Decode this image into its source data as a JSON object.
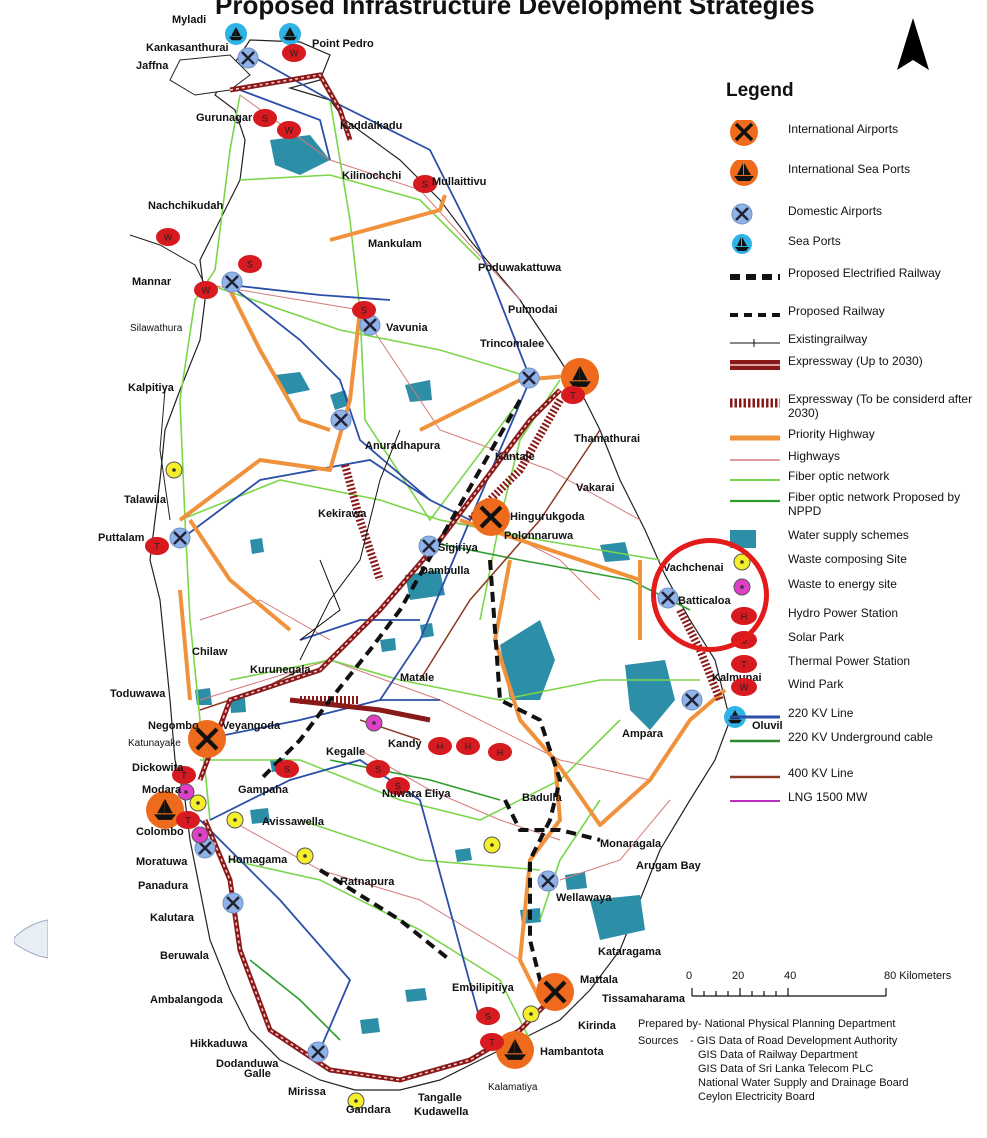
{
  "title": "Proposed Infrastructure Development Strategies",
  "places": [
    {
      "id": "myladi",
      "text": "Myladi"
    },
    {
      "id": "point-pedro",
      "text": "Point Pedro"
    },
    {
      "id": "kankasanthurai",
      "text": "Kankasanthurai"
    },
    {
      "id": "jaffna",
      "text": "Jaffna"
    },
    {
      "id": "gurunagar",
      "text": "Gurunagar"
    },
    {
      "id": "kaddaikadu",
      "text": "Kaddaikadu"
    },
    {
      "id": "kilinochchi",
      "text": "Kilinochchi"
    },
    {
      "id": "mullaittivu",
      "text": "Mullaittivu"
    },
    {
      "id": "nachchikudah",
      "text": "Nachchikudah"
    },
    {
      "id": "mankulam",
      "text": "Mankulam"
    },
    {
      "id": "poduwakattuwa",
      "text": "Poduwakattuwa"
    },
    {
      "id": "mannar",
      "text": "Mannar"
    },
    {
      "id": "pulmodai",
      "text": "Pulmodai"
    },
    {
      "id": "silawathura",
      "text": "Silawathura"
    },
    {
      "id": "vavunia",
      "text": "Vavunia"
    },
    {
      "id": "trincomalee",
      "text": "Trincomalee"
    },
    {
      "id": "kalpitiya",
      "text": "Kalpitiya"
    },
    {
      "id": "anuradhapura",
      "text": "Anuradhapura"
    },
    {
      "id": "thampalakamam",
      "text": "Thamathurai"
    },
    {
      "id": "kantale",
      "text": "Kantale"
    },
    {
      "id": "vakarai",
      "text": "Vakarai"
    },
    {
      "id": "talawila",
      "text": "Talawila"
    },
    {
      "id": "kekirawa",
      "text": "Kekirawa"
    },
    {
      "id": "hingurakgoda",
      "text": "Hingurukgoda"
    },
    {
      "id": "puttalam",
      "text": "Puttalam"
    },
    {
      "id": "polonnaruwa",
      "text": "Polonnaruwa"
    },
    {
      "id": "sigiriya",
      "text": "Sigiriya"
    },
    {
      "id": "dambulla",
      "text": "Dambulla"
    },
    {
      "id": "vachchenai",
      "text": "Vachchenai"
    },
    {
      "id": "batticaloa",
      "text": "Batticaloa"
    },
    {
      "id": "chilaw",
      "text": "Chilaw"
    },
    {
      "id": "kurunegala",
      "text": "Kurunegala"
    },
    {
      "id": "matale",
      "text": "Matale"
    },
    {
      "id": "kalmunai",
      "text": "Kalmunai"
    },
    {
      "id": "toduwawa",
      "text": "Toduwawa"
    },
    {
      "id": "negombo",
      "text": "Negombo"
    },
    {
      "id": "veyangoda",
      "text": "Veyangoda"
    },
    {
      "id": "katunayake",
      "text": "Katunayake"
    },
    {
      "id": "kegalle",
      "text": "Kegalle"
    },
    {
      "id": "kandy",
      "text": "Kandy"
    },
    {
      "id": "ampara",
      "text": "Ampara"
    },
    {
      "id": "oluvil",
      "text": "Oluvil"
    },
    {
      "id": "dickowita",
      "text": "Dickowita"
    },
    {
      "id": "gampaha",
      "text": "Gampaha"
    },
    {
      "id": "nuwara-eliya",
      "text": "Nuwara Eliya"
    },
    {
      "id": "badulla",
      "text": "Badulla"
    },
    {
      "id": "modara",
      "text": "Modara"
    },
    {
      "id": "colombo",
      "text": "Colombo"
    },
    {
      "id": "avissawella",
      "text": "Avissawella"
    },
    {
      "id": "monaragala",
      "text": "Monaragala"
    },
    {
      "id": "moratuwa",
      "text": "Moratuwa"
    },
    {
      "id": "homagama",
      "text": "Homagama"
    },
    {
      "id": "arugam-bay",
      "text": "Arugam Bay"
    },
    {
      "id": "panadura",
      "text": "Panadura"
    },
    {
      "id": "ratnapura",
      "text": "Ratnapura"
    },
    {
      "id": "wellawaya",
      "text": "Wellawaya"
    },
    {
      "id": "kalutara",
      "text": "Kalutara"
    },
    {
      "id": "beruwala",
      "text": "Beruwala"
    },
    {
      "id": "kataragama",
      "text": "Kataragama"
    },
    {
      "id": "embilipitiya",
      "text": "Embilipitiya"
    },
    {
      "id": "mattala",
      "text": "Mattala"
    },
    {
      "id": "ambalangoda",
      "text": "Ambalangoda"
    },
    {
      "id": "tissamaharama",
      "text": "Tissamaharama"
    },
    {
      "id": "kirinda",
      "text": "Kirinda"
    },
    {
      "id": "hikkaduwa",
      "text": "Hikkaduwa"
    },
    {
      "id": "hambantota",
      "text": "Hambantota"
    },
    {
      "id": "dodanduwa",
      "text": "Dodanduwa"
    },
    {
      "id": "galle",
      "text": "Galle"
    },
    {
      "id": "mirissa",
      "text": "Mirissa"
    },
    {
      "id": "kalamatiya",
      "text": "Kalamatiya"
    },
    {
      "id": "tangalle",
      "text": "Tangalle"
    },
    {
      "id": "gandara",
      "text": "Gandara"
    },
    {
      "id": "kudawella",
      "text": "Kudawella"
    }
  ],
  "legend": {
    "title": "Legend",
    "items": [
      {
        "key": "intl-airport",
        "label": "International Airports"
      },
      {
        "key": "intl-seaport",
        "label": "International Sea Ports"
      },
      {
        "key": "domestic-airport",
        "label": "Domestic Airports"
      },
      {
        "key": "sea-port",
        "label": "Sea Ports"
      },
      {
        "key": "electrified-railway",
        "label": "Proposed Electrified Railway"
      },
      {
        "key": "proposed-railway",
        "label": "Proposed Railway"
      },
      {
        "key": "existing-railway",
        "label": "Existingrailway"
      },
      {
        "key": "expressway-2030",
        "label": "Expressway (Up to 2030)"
      },
      {
        "key": "expressway-after",
        "label": "Expressway (To be considerd after 2030)"
      },
      {
        "key": "priority-highway",
        "label": "Priority Highway"
      },
      {
        "key": "highways",
        "label": "Highways"
      },
      {
        "key": "fiber",
        "label": "Fiber optic network"
      },
      {
        "key": "fiber-nppd",
        "label": "Fiber optic network Proposed by NPPD"
      },
      {
        "key": "water",
        "label": "Water supply schemes"
      },
      {
        "key": "waste-compost",
        "label": "Waste composing Site"
      },
      {
        "key": "waste-energy",
        "label": "Waste to energy site"
      },
      {
        "key": "hydro",
        "label": "Hydro Power Station",
        "letter": "H"
      },
      {
        "key": "solar",
        "label": "Solar Park",
        "letter": "S"
      },
      {
        "key": "thermal",
        "label": "Thermal Power Station",
        "letter": "T"
      },
      {
        "key": "wind",
        "label": "Wind Park",
        "letter": "W"
      },
      {
        "key": "kv220",
        "label": "220  KV Line"
      },
      {
        "key": "kv220u",
        "label": "220  KV Underground cable"
      },
      {
        "key": "kv400",
        "label": "400  KV Line"
      },
      {
        "key": "lng",
        "label": "LNG 1500 MW"
      }
    ]
  },
  "scale": {
    "ticks": [
      "0",
      "20",
      "40",
      "80 Kilometers"
    ]
  },
  "credits": {
    "prepared": "Prepared by- National Physical Planning Department",
    "sources_label": "Sources",
    "sources": [
      "- GIS Data of Road  Development Authority",
      "GIS Data of Railway Department",
      "GIS Data of Sri Lanka Telecom PLC",
      "National Water Supply and Drainage Board",
      "Ceylon Electricity Board"
    ]
  },
  "colors": {
    "intl": "#ee6a1c",
    "domestic": "#8fb3e8",
    "seaport": "#2fb3e6",
    "power": "#d71920",
    "water": "#2d8ea8",
    "expressway": "#8a1a1a",
    "priority": "#f0923c",
    "highway": "#d47a7a",
    "fiber": "#7bd64a",
    "fiberNppd": "#2e9e2e",
    "kv220": "#2b4fa8",
    "kv220u": "#2e8a2e",
    "kv400": "#8a3a22",
    "lng": "#c030c0",
    "highlight": "#e31b1b"
  }
}
